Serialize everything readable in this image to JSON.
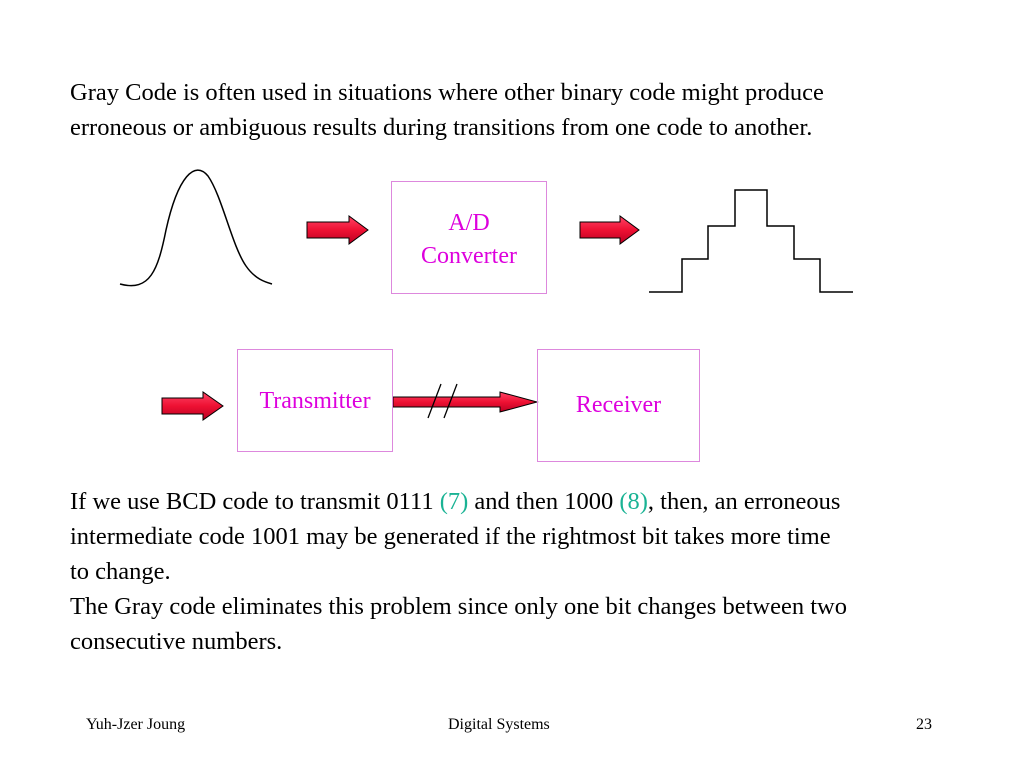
{
  "intro": {
    "line1": "Gray Code is often used in situations where other binary code might produce",
    "line2": "erroneous or ambiguous results during transitions from one code to another."
  },
  "diagram": {
    "ad_line1": "A/D",
    "ad_line2": "Converter",
    "transmitter": "Transmitter",
    "receiver": "Receiver",
    "colors": {
      "box_border": "#dd88dd",
      "box_text": "#dd00dd",
      "arrow_fill": "#ee1144",
      "highlight": "#1ab394"
    }
  },
  "body": {
    "l1_a": "If we use BCD code to transmit 0111 ",
    "l1_b": "(7)",
    "l1_c": " and then 1000 ",
    "l1_d": "(8)",
    "l1_e": ", then, an erroneous",
    "l2": "intermediate code 1001 may be generated if the rightmost bit takes more time",
    "l3": "to change.",
    "l4": "The Gray code eliminates this problem since only one bit changes between two",
    "l5": "consecutive numbers."
  },
  "footer": {
    "author": "Yuh-Jzer Joung",
    "title": "Digital Systems",
    "page": "23"
  }
}
